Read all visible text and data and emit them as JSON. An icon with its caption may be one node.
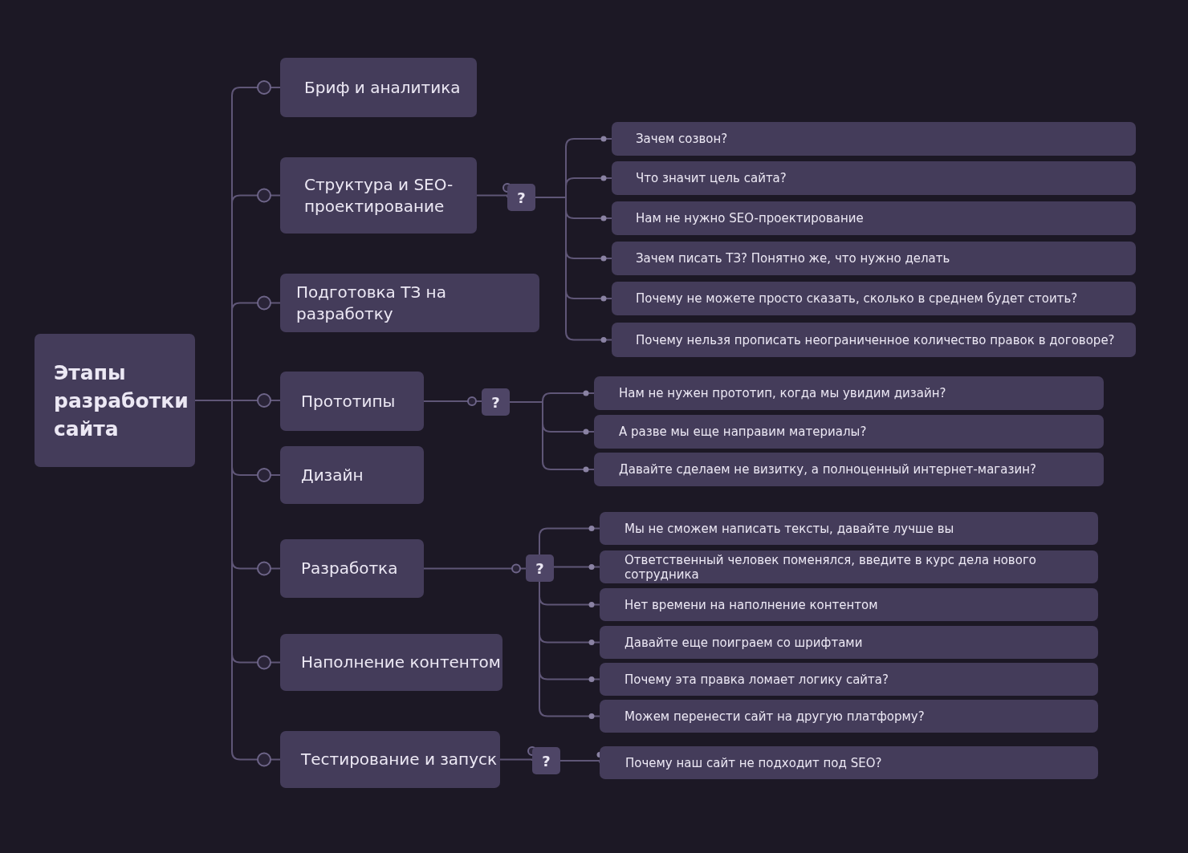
{
  "diagram": {
    "nodes": [
      {
        "text": [
          "Этапы разработки сайта"
        ]
      },
      {
        "text": [
          "Бриф и аналитика"
        ]
      },
      {
        "text": [
          "Структура и SEO-проектирование"
        ]
      },
      {
        "text": [
          "?"
        ]
      },
      {
        "text": [
          "Зачем созвон?"
        ]
      },
      {
        "text": [
          "Что значит цель сайта?"
        ]
      },
      {
        "text": [
          "Нам не нужно SEO-проектирование"
        ]
      },
      {
        "text": [
          "Зачем писать ТЗ? Понятно же, что нужно делать"
        ]
      },
      {
        "text": [
          "Почему не можете просто сказать, сколько в среднем будет стоить?"
        ]
      },
      {
        "text": [
          "Почему нельзя прописать неограниченное количество правок в договоре?"
        ]
      },
      {
        "text": [
          "Подготовка ТЗ на разработку"
        ]
      },
      {
        "text": [
          "Прототипы"
        ]
      },
      {
        "text": [
          "?"
        ]
      },
      {
        "text": [
          "Нам не нужен прототип, когда мы увидим дизайн?"
        ]
      },
      {
        "text": [
          "А разве мы еще направим материалы?"
        ]
      },
      {
        "text": [
          "Давайте сделаем не визитку, а полноценный интернет-магазин?"
        ]
      },
      {
        "text": [
          "Дизайн"
        ]
      },
      {
        "text": [
          "Разработка"
        ]
      },
      {
        "text": [
          "?"
        ]
      },
      {
        "text": [
          "Мы не сможем написать тексты, давайте лучше вы"
        ]
      },
      {
        "text": [
          "Ответственный человек поменялся, введите в курс дела нового сотрудника"
        ]
      },
      {
        "text": [
          "Нет времени на наполнение контентом"
        ]
      },
      {
        "text": [
          "Давайте еще поиграем со шрифтами"
        ]
      },
      {
        "text": [
          "Почему эта правка ломает логику сайта?"
        ]
      },
      {
        "text": [
          "Можем перенести сайт на другую платформу?"
        ]
      },
      {
        "text": [
          "Наполнение контентом"
        ]
      },
      {
        "text": [
          "Тестирование и запуск"
        ]
      },
      {
        "text": [
          "?"
        ]
      },
      {
        "text": [
          "Почему наш сайт не подходит под SEO?"
        ]
      }
    ],
    "edges": [
      {
        "from": 0,
        "to": 1,
        "arrow": "other"
      },
      {
        "from": 0,
        "to": 2,
        "arrow": "other"
      },
      {
        "from": 0,
        "to": 10,
        "arrow": "other"
      },
      {
        "from": 0,
        "to": 11,
        "arrow": "other"
      },
      {
        "from": 0,
        "to": 16,
        "arrow": "other"
      },
      {
        "from": 0,
        "to": 17,
        "arrow": "other"
      },
      {
        "from": 0,
        "to": 25,
        "arrow": "other"
      },
      {
        "from": 0,
        "to": 26,
        "arrow": "other"
      },
      {
        "from": 2,
        "to": 3,
        "arrow": "other"
      },
      {
        "from": 3,
        "to": 4,
        "arrow": "other"
      },
      {
        "from": 3,
        "to": 5,
        "arrow": "other"
      },
      {
        "from": 3,
        "to": 6,
        "arrow": "other"
      },
      {
        "from": 3,
        "to": 7,
        "arrow": "other"
      },
      {
        "from": 3,
        "to": 8,
        "arrow": "other"
      },
      {
        "from": 3,
        "to": 9,
        "arrow": "other"
      },
      {
        "from": 11,
        "to": 12,
        "arrow": "other"
      },
      {
        "from": 12,
        "to": 13,
        "arrow": "other"
      },
      {
        "from": 12,
        "to": 14,
        "arrow": "other"
      },
      {
        "from": 12,
        "to": 15,
        "arrow": "other"
      },
      {
        "from": 17,
        "to": 18,
        "arrow": "other"
      },
      {
        "from": 18,
        "to": 19,
        "arrow": "other"
      },
      {
        "from": 18,
        "to": 20,
        "arrow": "other"
      },
      {
        "from": 18,
        "to": 21,
        "arrow": "other"
      },
      {
        "from": 18,
        "to": 22,
        "arrow": "other"
      },
      {
        "from": 18,
        "to": 23,
        "arrow": "other"
      },
      {
        "from": 18,
        "to": 24,
        "arrow": "other"
      },
      {
        "from": 26,
        "to": 27,
        "arrow": "other"
      },
      {
        "from": 27,
        "to": 28,
        "arrow": "other"
      }
    ]
  }
}
